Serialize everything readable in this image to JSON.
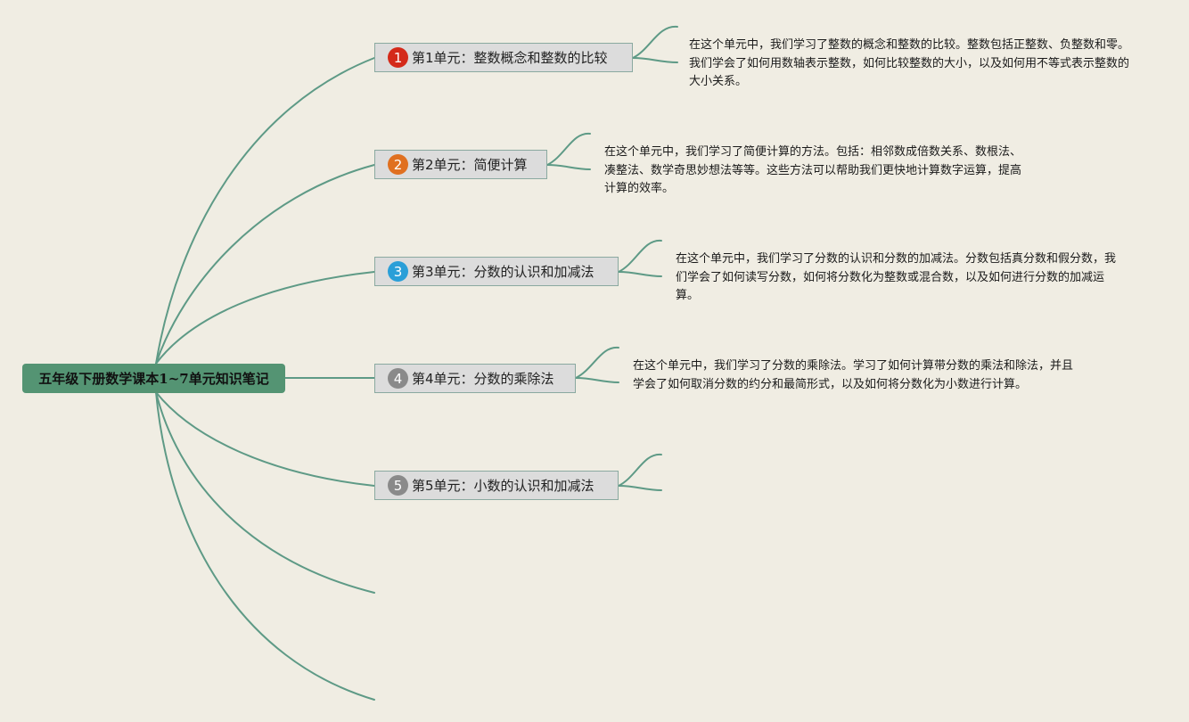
{
  "root": {
    "title": "五年级下册数学课本1~7单元知识笔记"
  },
  "units": [
    {
      "number": "1",
      "label": "第1单元：整数概念和整数的比较",
      "badge_color": "#d42a1a",
      "note": "在这个单元中，我们学习了整数的概念和整数的比较。整数包括正整数、负整数和零。我们学会了如何用数轴表示整数，如何比较整数的大小，以及如何用不等式表示整数的大小关系。"
    },
    {
      "number": "2",
      "label": "第2单元：简便计算",
      "badge_color": "#e07020",
      "note": "在这个单元中，我们学习了简便计算的方法。包括：相邻数成倍数关系、数根法、凑整法、数学奇思妙想法等等。这些方法可以帮助我们更快地计算数字运算，提高计算的效率。"
    },
    {
      "number": "3",
      "label": "第3单元：分数的认识和加减法",
      "badge_color": "#2a9fd8",
      "note": "在这个单元中，我们学习了分数的认识和分数的加减法。分数包括真分数和假分数，我们学会了如何读写分数，如何将分数化为整数或混合数，以及如何进行分数的加减运算。"
    },
    {
      "number": "4",
      "label": "第4单元：分数的乘除法",
      "badge_color": "#8a8a8a",
      "note": "在这个单元中，我们学习了分数的乘除法。学习了如何计算带分数的乘法和除法，并且学会了如何取消分数的约分和最简形式，以及如何将分数化为小数进行计算。"
    },
    {
      "number": "5",
      "label": "第5单元：小数的认识和加减法",
      "badge_color": "#8a8a8a",
      "note": ""
    }
  ]
}
